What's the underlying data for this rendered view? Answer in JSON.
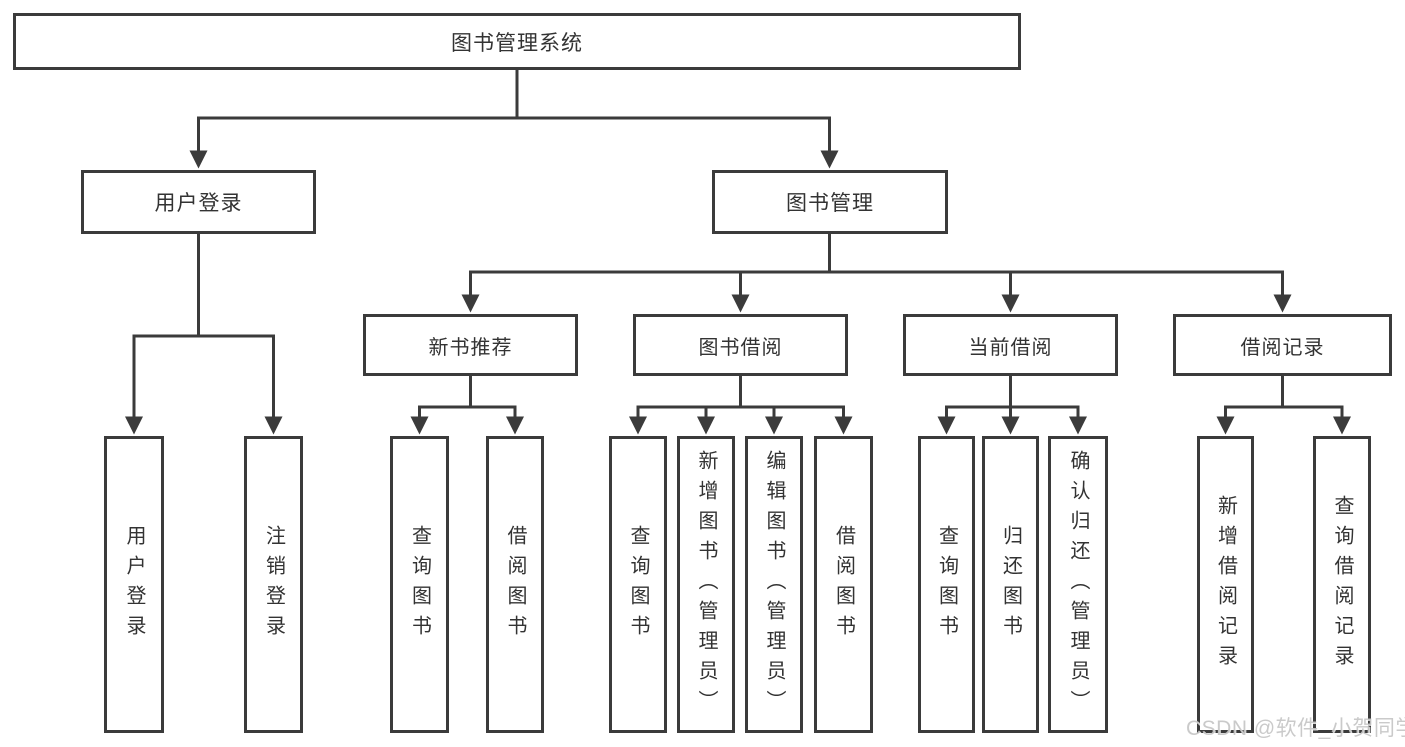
{
  "diagram": {
    "root": {
      "label": "图书管理系统"
    },
    "login": {
      "label": "用户登录",
      "children": [
        {
          "label": "用户登录"
        },
        {
          "label": "注销登录"
        }
      ]
    },
    "manage": {
      "label": "图书管理",
      "sections": [
        {
          "label": "新书推荐",
          "children": [
            {
              "label": "查询图书"
            },
            {
              "label": "借阅图书"
            }
          ]
        },
        {
          "label": "图书借阅",
          "children": [
            {
              "label": "查询图书"
            },
            {
              "label": "新增图书（管理员）"
            },
            {
              "label": "编辑图书（管理员）"
            },
            {
              "label": "借阅图书"
            }
          ]
        },
        {
          "label": "当前借阅",
          "children": [
            {
              "label": "查询图书"
            },
            {
              "label": "归还图书"
            },
            {
              "label": "确认归还（管理员）"
            }
          ]
        },
        {
          "label": "借阅记录",
          "children": [
            {
              "label": "新增借阅记录"
            },
            {
              "label": "查询借阅记录"
            }
          ]
        }
      ]
    }
  },
  "watermark": {
    "text": "CSDN @软件_小贺同学"
  },
  "colors": {
    "line": "#3b3b3b",
    "box_border": "#3b3b3b",
    "text": "#333333",
    "background": "#ffffff",
    "watermark": "#c5c5c5"
  }
}
